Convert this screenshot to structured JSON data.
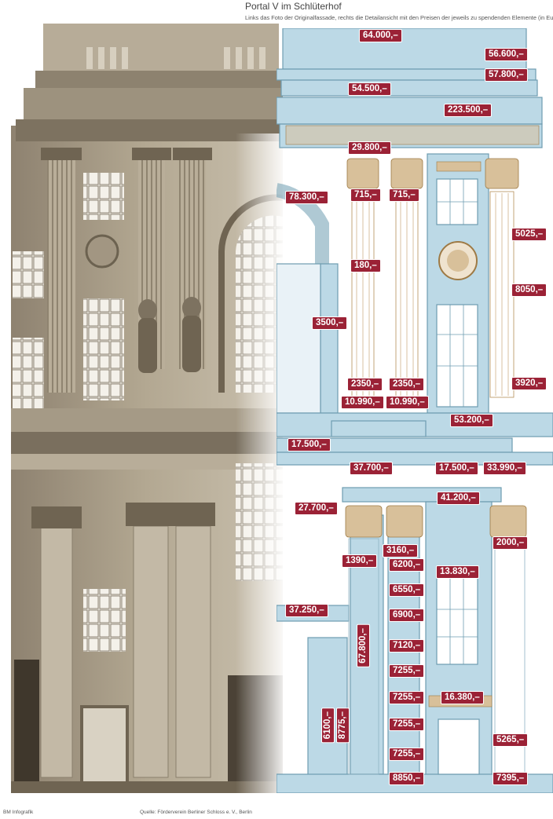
{
  "header": {
    "title": "Portal V im Schlüterhof",
    "subtitle": "Links das Foto der Originalfassade, rechts die Detailansicht mit den Preisen der jeweils zu spendenden Elemente (in Euro)"
  },
  "colors": {
    "tag_bg": "#9b2236",
    "drawing_fill": "#bcd9e6",
    "drawing_line": "#6e9cb0",
    "ornament_gold": "#b58f58",
    "photo_sepia": "#a89b86"
  },
  "price_tags": [
    "64.000,–",
    "56.600,–",
    "57.800,–",
    "54.500,–",
    "223.500,–",
    "29.800,–",
    "78.300,–",
    "715,–",
    "715,–",
    "5025,–",
    "180,–",
    "8050,–",
    "3500,–",
    "2350,–",
    "2350,–",
    "3920,–",
    "10.990,–",
    "10.990,–",
    "53.200,–",
    "17.500,–",
    "37.700,–",
    "17.500,–",
    "33.990,–",
    "41.200,–",
    "27.700,–",
    "3160,–",
    "2000,–",
    "1390,–",
    "6200,–",
    "13.830,–",
    "6550,–",
    "6900,–",
    "37.250,–",
    "67.800,–",
    "7120,–",
    "7255,–",
    "7255,–",
    "16.380,–",
    "6100,–",
    "8775,–",
    "7255,–",
    "5265,–",
    "7255,–",
    "8850,–",
    "7395,–"
  ],
  "footer": {
    "credit": "BM Infografik",
    "source": "Quelle: Förderverein Berliner Schloss e. V., Berlin"
  }
}
